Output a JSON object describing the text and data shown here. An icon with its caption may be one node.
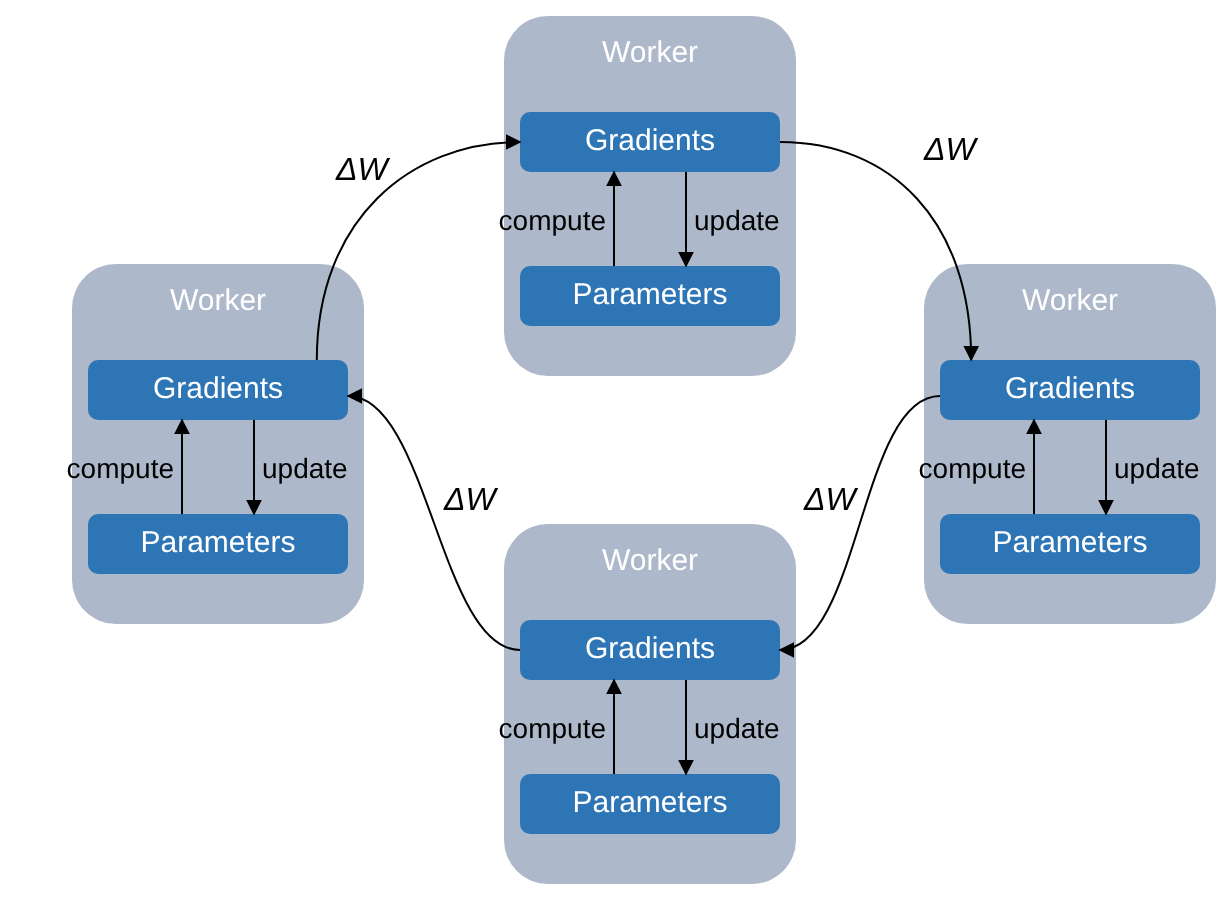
{
  "diagram": {
    "nodes": [
      {
        "text": [
          "Worker"
        ]
      },
      {
        "text": [
          "Gradients"
        ],
        "in": 0
      },
      {
        "text": [
          "Parameters"
        ],
        "in": 0
      },
      {
        "text": [
          "Worker"
        ]
      },
      {
        "text": [
          "Gradients"
        ],
        "in": 3
      },
      {
        "text": [
          "Parameters"
        ],
        "in": 3
      },
      {
        "text": [
          "Worker"
        ]
      },
      {
        "text": [
          "Gradients"
        ],
        "in": 6
      },
      {
        "text": [
          "Parameters"
        ],
        "in": 6
      },
      {
        "text": [
          "Worker"
        ]
      },
      {
        "text": [
          "Gradients"
        ],
        "in": 9
      },
      {
        "text": [
          "Parameters"
        ],
        "in": 9
      }
    ],
    "edges": [
      {
        "from": 4,
        "to": 1,
        "arrow": "to",
        "label": "ΔW"
      },
      {
        "from": 1,
        "to": 7,
        "arrow": "to",
        "label": "ΔW"
      },
      {
        "from": 7,
        "to": 10,
        "arrow": "to",
        "label": "ΔW"
      },
      {
        "from": 10,
        "to": 4,
        "arrow": "to",
        "label": "ΔW"
      },
      {
        "from": 2,
        "to": 1,
        "arrow": "to",
        "label": "compute"
      },
      {
        "from": 1,
        "to": 2,
        "arrow": "to",
        "label": "update"
      },
      {
        "from": 5,
        "to": 4,
        "arrow": "to",
        "label": "compute"
      },
      {
        "from": 4,
        "to": 5,
        "arrow": "to",
        "label": "update"
      },
      {
        "from": 8,
        "to": 7,
        "arrow": "to",
        "label": "compute"
      },
      {
        "from": 7,
        "to": 8,
        "arrow": "to",
        "label": "update"
      },
      {
        "from": 11,
        "to": 10,
        "arrow": "to",
        "label": "compute"
      },
      {
        "from": 10,
        "to": 11,
        "arrow": "to",
        "label": "update"
      }
    ]
  }
}
